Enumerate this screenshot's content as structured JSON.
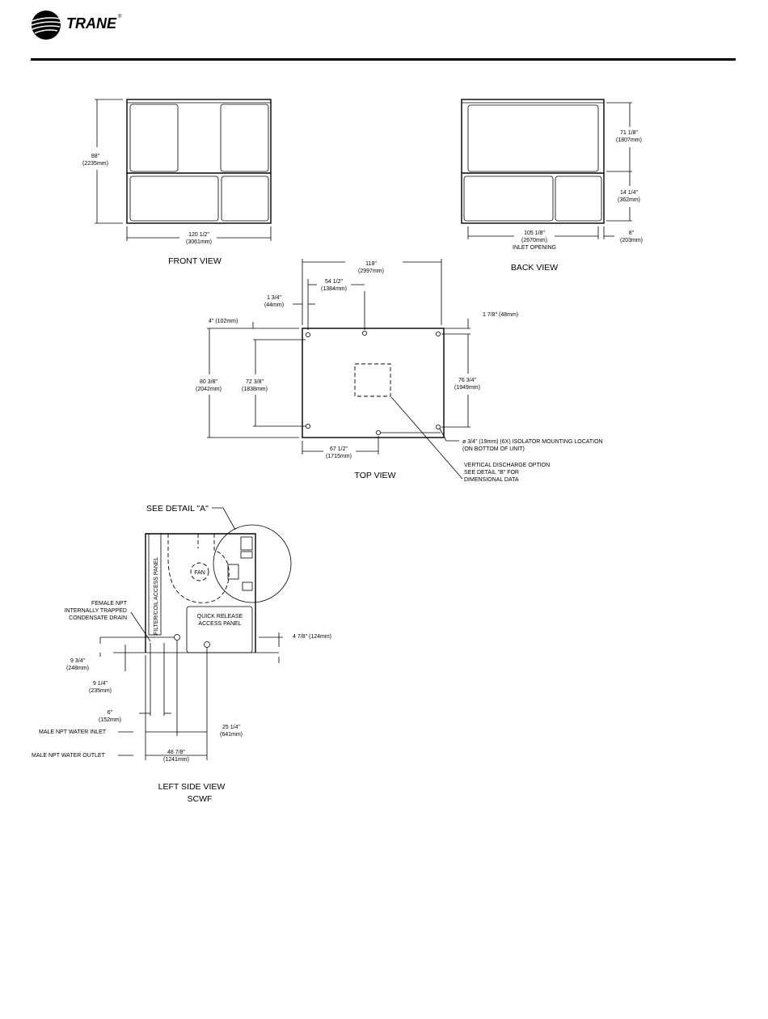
{
  "brand": {
    "name": "TRANE",
    "trademark": "®",
    "logo_icon": "trane-globe-logo-icon"
  },
  "front_view": {
    "title": "FRONT VIEW",
    "height_in": "88\"",
    "height_mm": "(2235mm)",
    "width_in": "120 1/2\"",
    "width_mm": "(3061mm)"
  },
  "back_view": {
    "title": "BACK VIEW",
    "upper_in": "71 1/8\"",
    "upper_mm": "(1807mm)",
    "lower_in": "14 1/4\"",
    "lower_mm": "(362mm)",
    "inlet_in": "105 1/8\"",
    "inlet_mm": "(2670mm)",
    "inlet_label": "INLET OPENING",
    "side_in": "8\"",
    "side_mm": "(203mm)"
  },
  "top_view": {
    "title": "TOP VIEW",
    "overall_in": "118\"",
    "overall_mm": "(2997mm)",
    "half_in": "54 1/2\"",
    "half_mm": "(1384mm)",
    "offset_in": "1 3/4\"",
    "offset_mm": "(44mm)",
    "top_edge": "4\" (102mm)",
    "top_right": "1 7/8\" (48mm)",
    "depth_in": "80 3/8\"",
    "depth_mm": "(2042mm)",
    "inner_depth_in": "72 3/8\"",
    "inner_depth_mm": "(1838mm)",
    "right_depth_in": "76 3/4\"",
    "right_depth_mm": "(1949mm)",
    "bottom_in": "67 1/2\"",
    "bottom_mm": "(1715mm)",
    "isolator_1": "ø 3/4\" (19mm) (6X) ISOLATOR MOUNTING LOCATION",
    "isolator_2": "(ON BOTTOM OF UNIT)",
    "discharge_1": "VERTICAL DISCHARGE OPTION",
    "discharge_2": "SEE DETAIL \"B\" FOR",
    "discharge_3": "DIMENSIONAL DATA"
  },
  "left_side_view": {
    "title": "LEFT SIDE VIEW",
    "subtitle": "SCWF",
    "detail": "SEE DETAIL \"A\"",
    "fan": "FAN",
    "filter_panel": "FILTER/COIL ACCESS PANEL",
    "quick_1": "QUICK RELEASE",
    "quick_2": "ACCESS PANEL",
    "drain_1": "FEMALE NPT",
    "drain_2": "INTERNALLY TRAPPED",
    "drain_3": "CONDENSATE DRAIN",
    "d1_in": "9 3/4\"",
    "d1_mm": "(248mm)",
    "d2_in": "9 1/4\"",
    "d2_mm": "(235mm)",
    "d3_in": "6\"",
    "d3_mm": "(152mm)",
    "inlet": "MALE NPT WATER INLET",
    "outlet": "MALE NPT WATER OUTLET",
    "d4_in": "25 1/4\"",
    "d4_mm": "(641mm)",
    "d5_in": "48 7/8\"",
    "d5_mm": "(1241mm)",
    "right_dim": "4 7/8\" (124mm)"
  }
}
